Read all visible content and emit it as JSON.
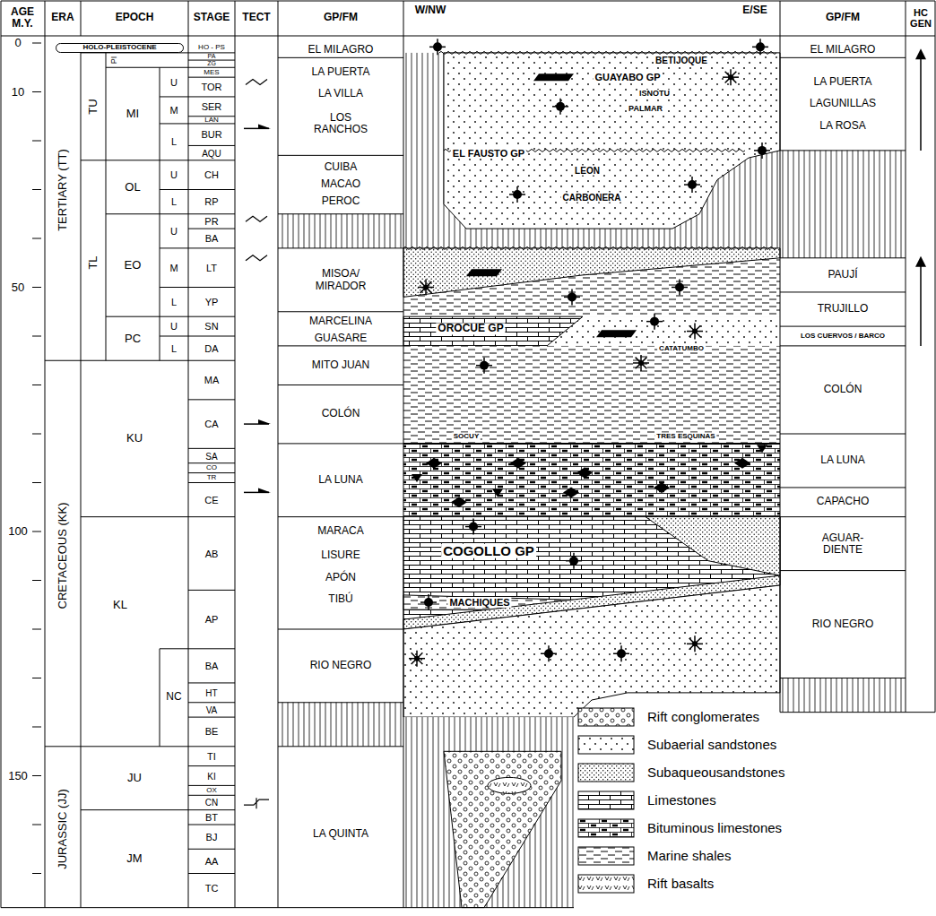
{
  "diagram": {
    "nodes": [
      {
        "text": [
          "HOLO-PLEISTOCENE"
        ]
      }
    ],
    "labels": [
      "AGE M.Y.",
      "ERA",
      "EPOCH",
      "STAGE",
      "TECT",
      "GP/FM",
      "W/NW",
      "E/SE",
      "GP/FM",
      "HC GEN",
      "0",
      "10",
      "50",
      "100",
      "150",
      "TERTIARY (TT)",
      "CRETACEOUS (KK)",
      "JURASSIC (JJ)",
      "TU",
      "TL",
      "PI",
      "MI",
      "U",
      "M",
      "L",
      "OL",
      "U",
      "L",
      "EO",
      "U",
      "M",
      "L",
      "PC",
      "U",
      "L",
      "KU",
      "KL",
      "NC",
      "JU",
      "JM",
      "HO - PS",
      "PA",
      "ZG",
      "MES",
      "TOR",
      "SER",
      "LAN",
      "BUR",
      "AQU",
      "CH",
      "RP",
      "PR",
      "BA",
      "LT",
      "YP",
      "SN",
      "DA",
      "MA",
      "CA",
      "SA",
      "CO",
      "TR",
      "CE",
      "AB",
      "AP",
      "BA",
      "HT",
      "VA",
      "BE",
      "TI",
      "KI",
      "OX",
      "CN",
      "BT",
      "BJ",
      "AA",
      "TC",
      "EL MILAGRO",
      "LA PUERTA",
      "LA VILLA",
      "LOS RANCHOS",
      "CUIBA",
      "MACAO",
      "PEROC",
      "MISOA/ MIRADOR",
      "MARCELINA",
      "GUASARE",
      "MITO JUAN",
      "COLÓN",
      "LA LUNA",
      "MARACA",
      "LISURE",
      "APÓN",
      "TIBÚ",
      "RIO NEGRO",
      "LA QUINTA",
      "EL MILAGRO",
      "LA PUERTA",
      "LAGUNILLAS",
      "LA ROSA",
      "PAUJÍ",
      "TRUJILLO",
      "LOS CUERVOS / BARCO",
      "COLÓN",
      "LA LUNA",
      "CAPACHO",
      "AGUAR- DIENTE",
      "RIO NEGRO",
      "BETIJOQUE",
      "GUAYABO GP",
      "ISNOTU",
      "PALMAR",
      "EL FAUSTO GP",
      "LEON",
      "CARBONERA",
      "OROCUE GP",
      "CATATUMBO",
      "SOCUY",
      "TRES ESQUINAS",
      "COGOLLO GP",
      "MACHIQUES"
    ],
    "legend": [
      {
        "text": "Rift conglomerates"
      },
      {
        "text": "Subaerial sandstones"
      },
      {
        "text": "Subaqueousandstones"
      },
      {
        "text": "Limestones"
      },
      {
        "text": "Bituminous limestones"
      },
      {
        "text": "Marine shales"
      },
      {
        "text": "Rift basalts"
      }
    ]
  }
}
